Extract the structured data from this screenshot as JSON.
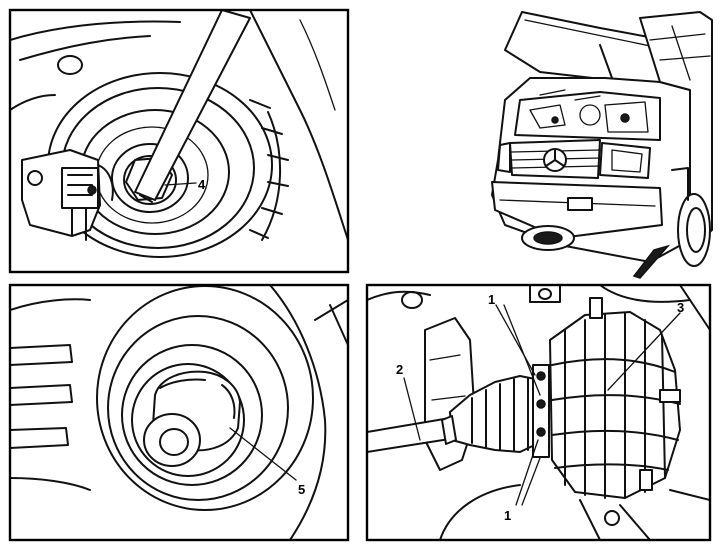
{
  "panels": {
    "top_left": {
      "callouts": [
        "4"
      ]
    },
    "bottom_left": {
      "callouts": [
        "5"
      ]
    },
    "bottom_right": {
      "callouts": [
        "1",
        "2",
        "3",
        "1"
      ]
    }
  }
}
